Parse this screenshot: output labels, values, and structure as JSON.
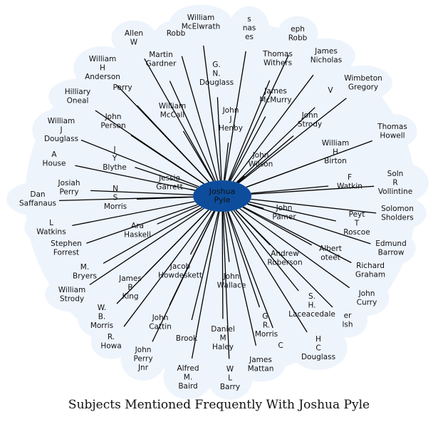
{
  "caption": "Subjects Mentioned Frequently With Joshua Pyle",
  "colors": {
    "halo": "#eef4fc",
    "center": "#0d4d9c",
    "edge": "#000000"
  },
  "center": {
    "lines": [
      "Joshua",
      "Pyle"
    ]
  },
  "nodes": [
    {
      "id": "william-mcelwrath",
      "lines": [
        "William",
        "McElwrath"
      ]
    },
    {
      "id": "thomas-hayes",
      "lines": [
        "s",
        "nas",
        "es"
      ]
    },
    {
      "id": "joseph-robb",
      "lines": [
        "eph",
        "Robb"
      ]
    },
    {
      "id": "allen-w",
      "lines": [
        "Allen",
        "W"
      ]
    },
    {
      "id": "robb",
      "lines": [
        "Robb"
      ]
    },
    {
      "id": "william-h-anderson",
      "lines": [
        "William",
        "H",
        "Anderson"
      ]
    },
    {
      "id": "martin-gardner",
      "lines": [
        "Martin",
        "Gardner"
      ]
    },
    {
      "id": "g-n-douglass",
      "lines": [
        "G.",
        "N.",
        "Douglass"
      ]
    },
    {
      "id": "thomas-withers",
      "lines": [
        "Thomas",
        "Withers"
      ]
    },
    {
      "id": "james-nicholas",
      "lines": [
        "James",
        "Nicholas"
      ]
    },
    {
      "id": "wimbeton-gregory",
      "lines": [
        "Wimbeton",
        "Gregory"
      ]
    },
    {
      "id": "hilliary-oneal",
      "lines": [
        "Hilliary",
        "Oneal"
      ]
    },
    {
      "id": "perry",
      "lines": [
        "Perry"
      ]
    },
    {
      "id": "james-mcmurry",
      "lines": [
        "James",
        "McMurry"
      ]
    },
    {
      "id": "v-partial",
      "lines": [
        "V"
      ]
    },
    {
      "id": "william-mccall",
      "lines": [
        "William",
        "McCall"
      ]
    },
    {
      "id": "john-j-henby",
      "lines": [
        "John",
        "J",
        "Henby"
      ]
    },
    {
      "id": "william-j-douglass",
      "lines": [
        "William",
        "J",
        "Douglass"
      ]
    },
    {
      "id": "john-person",
      "lines": [
        "John",
        "Person"
      ]
    },
    {
      "id": "john-strody",
      "lines": [
        "John",
        "Strody"
      ]
    },
    {
      "id": "thomas-howell",
      "lines": [
        "Thomas",
        "Howell"
      ]
    },
    {
      "id": "william-h-birton",
      "lines": [
        "William",
        "H",
        "Birton"
      ]
    },
    {
      "id": "a-house",
      "lines": [
        "A",
        "House"
      ]
    },
    {
      "id": "j-y-blythe",
      "lines": [
        "J",
        "Y",
        "Blythe"
      ]
    },
    {
      "id": "john-wilson",
      "lines": [
        "John",
        "Wilson"
      ]
    },
    {
      "id": "jessie-garrett",
      "lines": [
        "Jessie",
        "Garrett"
      ]
    },
    {
      "id": "josiah-perry",
      "lines": [
        "Josiah",
        "Perry"
      ]
    },
    {
      "id": "n-s-morris",
      "lines": [
        "N",
        "S",
        "Morris"
      ]
    },
    {
      "id": "f-watkins",
      "lines": [
        "F",
        "Watkin"
      ]
    },
    {
      "id": "soln-r-vollintine",
      "lines": [
        "Soln",
        "R",
        "Vollintine"
      ]
    },
    {
      "id": "saffanaus",
      "lines": [
        "Dan",
        "Saffanaus"
      ]
    },
    {
      "id": "john-pamer",
      "lines": [
        "John",
        "Pamer"
      ]
    },
    {
      "id": "peyt-t-roscoe",
      "lines": [
        "Peyt",
        "T",
        "Roscoe"
      ]
    },
    {
      "id": "solomon-sholders",
      "lines": [
        "Solomon",
        "Sholders"
      ]
    },
    {
      "id": "l-watkins",
      "lines": [
        "L",
        "Watkins"
      ]
    },
    {
      "id": "ara-haskell",
      "lines": [
        "Ara",
        "Haskell"
      ]
    },
    {
      "id": "stephen-forrest",
      "lines": [
        "Stephen",
        "Forrest"
      ]
    },
    {
      "id": "albert-poteet",
      "lines": [
        "Albert",
        "oteet"
      ]
    },
    {
      "id": "edmund-barrow",
      "lines": [
        "Edmund",
        "Barrow"
      ]
    },
    {
      "id": "andrew-roberson",
      "lines": [
        "Andrew",
        "Roberson"
      ]
    },
    {
      "id": "m-bryers",
      "lines": [
        "M.",
        "Bryers"
      ]
    },
    {
      "id": "jacob-howdeskett",
      "lines": [
        "Jacob",
        "Howdeskett"
      ]
    },
    {
      "id": "richard-graham",
      "lines": [
        "Richard",
        "Graham"
      ]
    },
    {
      "id": "james-b-king",
      "lines": [
        "James",
        "B",
        "King"
      ]
    },
    {
      "id": "john-wallace",
      "lines": [
        "John",
        "Wallace"
      ]
    },
    {
      "id": "william-strody",
      "lines": [
        "William",
        "Strody"
      ]
    },
    {
      "id": "s-h-laceacedale",
      "lines": [
        "S.",
        "H.",
        "Laceacedale"
      ]
    },
    {
      "id": "john-curry",
      "lines": [
        "John",
        "Curry"
      ]
    },
    {
      "id": "w-b-morris",
      "lines": [
        "W.",
        "B.",
        "Morris"
      ]
    },
    {
      "id": "g-r-morris",
      "lines": [
        "G.",
        "R.",
        "Morris"
      ]
    },
    {
      "id": "walker-walsh",
      "lines": [
        "er",
        "lsh"
      ]
    },
    {
      "id": "john-cattin",
      "lines": [
        "John",
        "Cattin"
      ]
    },
    {
      "id": "daniel-m-haley",
      "lines": [
        "Daniel",
        "M",
        "Haley"
      ]
    },
    {
      "id": "r-howard",
      "lines": [
        "R.",
        "Howa"
      ]
    },
    {
      "id": "h-c-douglass",
      "lines": [
        "H",
        "C",
        "Douglass"
      ]
    },
    {
      "id": "john-perry-jnr",
      "lines": [
        "John",
        "Perry",
        "Jnr"
      ]
    },
    {
      "id": "brook",
      "lines": [
        "Brook"
      ]
    },
    {
      "id": "c-partial",
      "lines": [
        "C"
      ]
    },
    {
      "id": "james-mattan",
      "lines": [
        "James",
        "Mattan"
      ]
    },
    {
      "id": "alfred-m-baird",
      "lines": [
        "Alfred",
        "M.",
        "Baird"
      ]
    },
    {
      "id": "w-l-barry",
      "lines": [
        "W",
        "L",
        "Barry"
      ]
    }
  ]
}
